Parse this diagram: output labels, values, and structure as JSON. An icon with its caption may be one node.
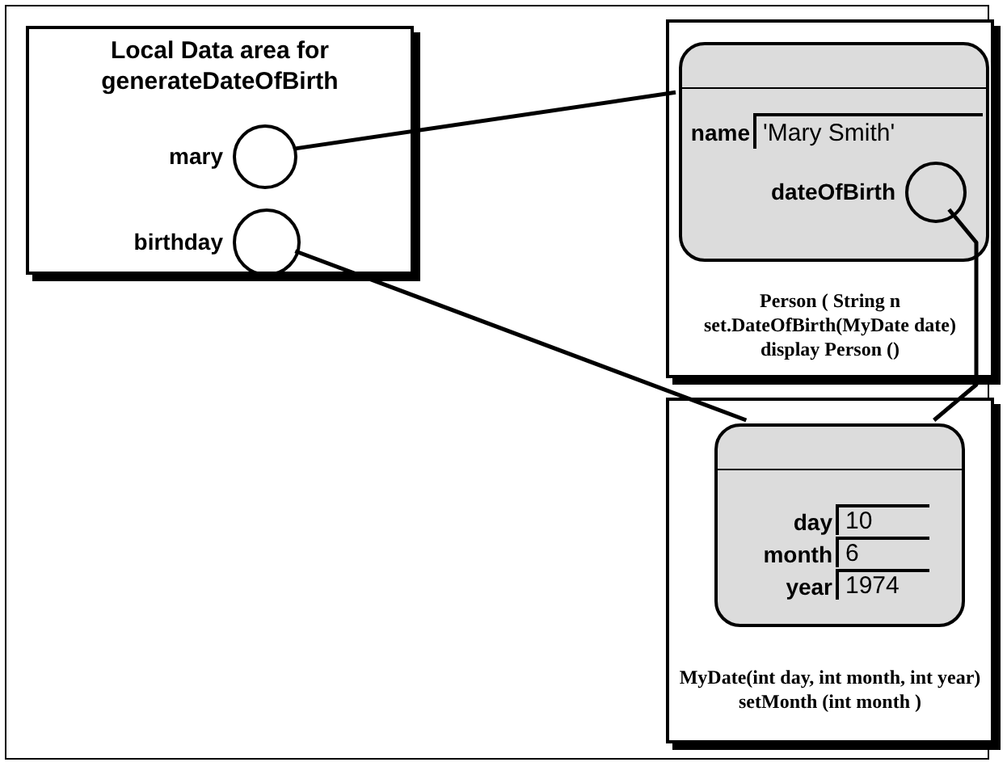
{
  "diagram": {
    "nodes": [
      {
        "text": [
          "Local Data area for generateDateOfBirth"
        ]
      },
      {
        "text": [],
        "shape": "circle",
        "beside": [
          "mary"
        ],
        "in": 0
      },
      {
        "text": [],
        "shape": "circle",
        "beside": [
          "birthday"
        ],
        "in": 0
      },
      {
        "text": [
          "Person ( String n",
          "set.DateOfBirth(MyDate date)",
          "display Person ()"
        ]
      },
      {
        "text": [],
        "shape": "box",
        "in": 3
      },
      {
        "text": [
          "'Mary Smith'"
        ],
        "beside": [
          "name"
        ],
        "in": 4
      },
      {
        "text": [],
        "shape": "circle",
        "beside": [
          "dateOfBirth"
        ],
        "in": 4
      },
      {
        "text": [
          "MyDate(int day, int month, int year)",
          "setMonth (int month )"
        ]
      },
      {
        "text": [],
        "shape": "box",
        "in": 7
      },
      {
        "text": [
          "10"
        ],
        "beside": [
          "day"
        ],
        "in": 8
      },
      {
        "text": [
          "6"
        ],
        "beside": [
          "month"
        ],
        "in": 8
      },
      {
        "text": [
          "1974"
        ],
        "beside": [
          "year"
        ],
        "in": 8
      }
    ],
    "edges": [
      {
        "from": 1,
        "to": 4,
        "arrow": "none"
      },
      {
        "from": 2,
        "to": 8,
        "arrow": "none"
      },
      {
        "from": 6,
        "to": 8,
        "arrow": "none"
      }
    ]
  }
}
